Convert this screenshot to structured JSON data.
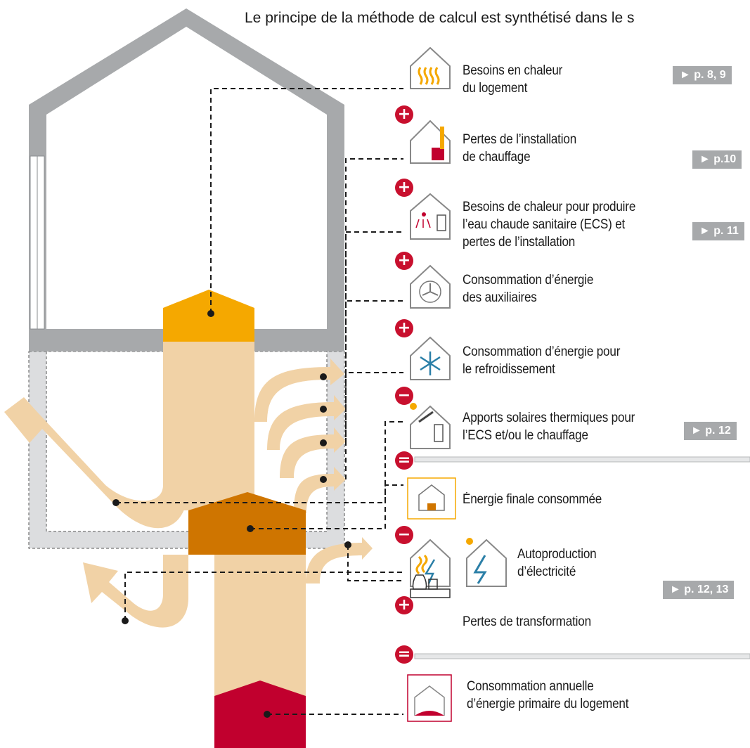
{
  "intro_text": "Le principe de la méthode de calcul est synthétisé dans le s",
  "colors": {
    "house_wall": "#a7a9ab",
    "flow": "#f1d2a6",
    "heat_box": "#f5a800",
    "final_box": "#cf7500",
    "primary_box": "#c1002e",
    "operator_sign": "#c8102e",
    "ref_tag": "#a7a9ab"
  },
  "items": [
    {
      "key": "besoins",
      "icon": "heat-waves-house-icon",
      "lines": [
        "Besoins en chaleur",
        "du logement"
      ],
      "ref": "► p. 8, 9"
    },
    {
      "key": "pertes",
      "icon": "heating-installation-house-icon",
      "lines": [
        "Pertes  de l’installation",
        "de chauffage"
      ],
      "ref": "► p.10"
    },
    {
      "key": "ecs",
      "icon": "shower-boiler-house-icon",
      "lines": [
        "Besoins de chaleur pour produire",
        "l’eau chaude sanitaire (ECS) et",
        "pertes de l’installation"
      ],
      "ref": "► p. 11"
    },
    {
      "key": "auxiliaires",
      "icon": "fan-house-icon",
      "lines": [
        "Consommation d’énergie",
        "des auxiliaires"
      ],
      "ref": ""
    },
    {
      "key": "refroid",
      "icon": "snowflake-house-icon",
      "lines": [
        "Consommation d’énergie pour",
        "le refroidissement"
      ],
      "ref": ""
    },
    {
      "key": "solaire",
      "icon": "solar-thermal-house-icon",
      "lines": [
        "Apports solaires thermiques pour",
        "l’ECS et/ou le chauffage"
      ],
      "ref": "► p. 12"
    },
    {
      "key": "finale",
      "icon": "final-energy-house-icon",
      "lines": [
        "Énergie finale consommée"
      ],
      "ref": ""
    },
    {
      "key": "autoprod",
      "icon": "electricity-production-house-icon",
      "lines": [
        "Autoproduction",
        "d’électricité"
      ],
      "ref": "► p. 12, 13"
    },
    {
      "key": "transfo",
      "icon": "power-plant-icon",
      "lines": [
        "Pertes de transformation"
      ],
      "ref": ""
    },
    {
      "key": "primaire",
      "icon": "primary-energy-house-icon",
      "lines": [
        "Consommation annuelle",
        "d’énergie primaire du logement"
      ],
      "ref": ""
    }
  ],
  "operators": [
    "+",
    "+",
    "+",
    "+",
    "-",
    "=",
    "-",
    "+",
    "="
  ]
}
